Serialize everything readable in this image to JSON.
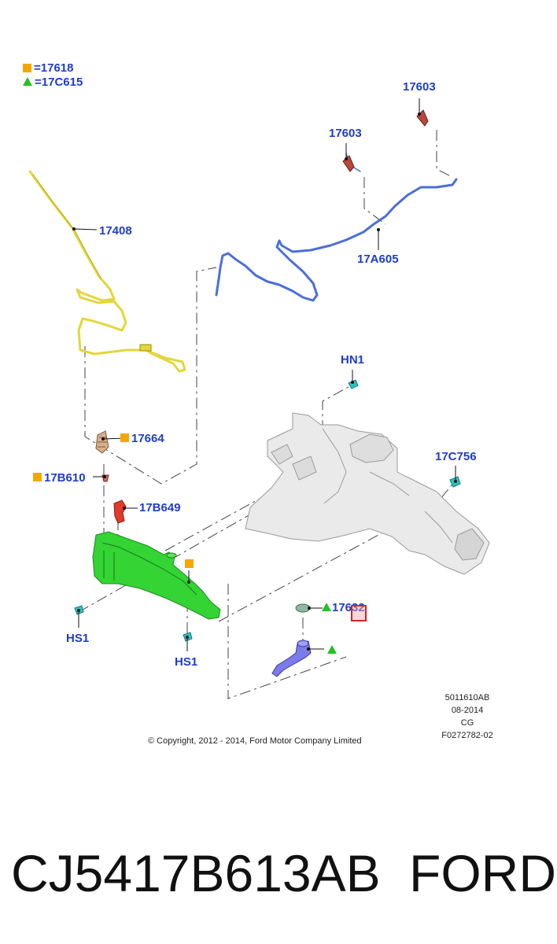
{
  "legend": {
    "square_label": "17618",
    "triangle_label": "17C615",
    "square_color": "#f5a700",
    "triangle_color": "#22c322"
  },
  "callouts": {
    "c17603_a": "17603",
    "c17603_b": "17603",
    "c17408": "17408",
    "c17a605": "17A605",
    "hn1": "HN1",
    "c17664": "17664",
    "c17b610": "17B610",
    "c17b649": "17B649",
    "c17c756": "17C756",
    "hs1_left": "HS1",
    "hs1_right": "HS1",
    "c17632": "17632"
  },
  "meta": {
    "line1": "5011610AB",
    "line2": "08-2014",
    "line3": "CG",
    "line4": "F0272782-02"
  },
  "copyright": "© Copyright, 2012 - 2014, Ford Motor Company Limited",
  "footer": {
    "part_number": "CJ5417B613AB",
    "brand": "FORD"
  },
  "colors": {
    "label_blue": "#1e3ccf",
    "reservoir_green": "#33d433",
    "hose_yellow": "#e3d63a",
    "hose_blue": "#4a6fd8",
    "pump_purple": "#7b7bea"
  }
}
